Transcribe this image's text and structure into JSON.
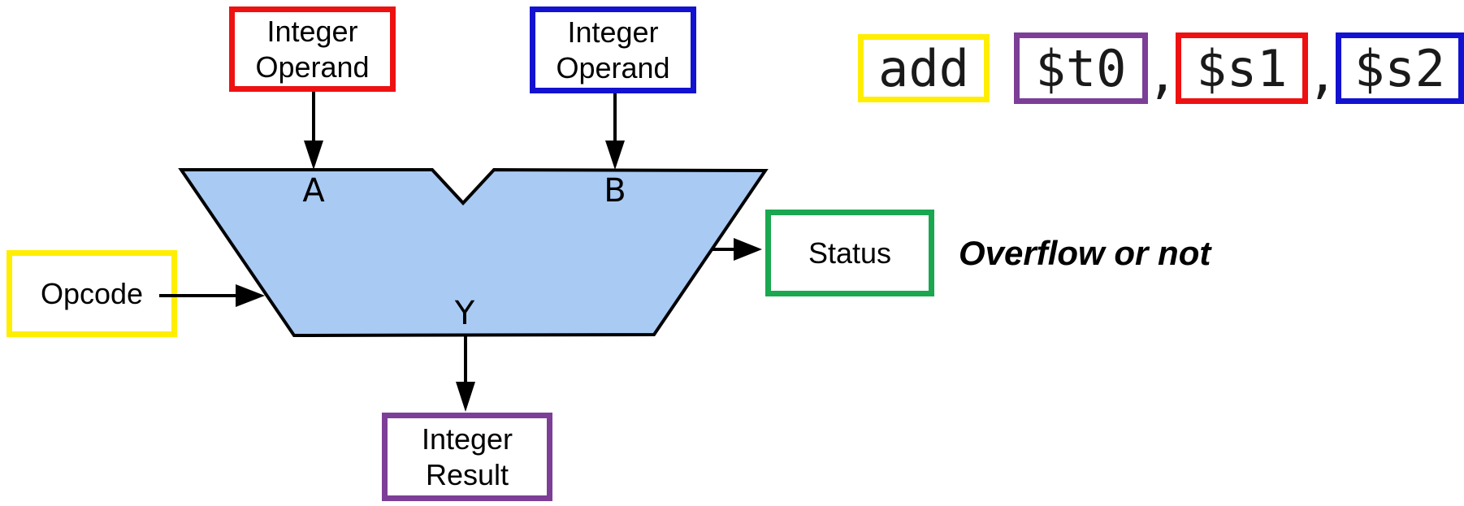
{
  "diagram": {
    "operand_a": {
      "line1": "Integer",
      "line2": "Operand",
      "border_color": "#ee1111"
    },
    "operand_b": {
      "line1": "Integer",
      "line2": "Operand",
      "border_color": "#1212d0"
    },
    "opcode": {
      "label": "Opcode",
      "border_color": "#ffee00"
    },
    "status": {
      "label": "Status",
      "border_color": "#1aa750"
    },
    "result": {
      "line1": "Integer",
      "line2": "Result",
      "border_color": "#7d3e98"
    },
    "alu": {
      "fill_color": "#a9caf3",
      "outline_color": "#000000",
      "port_a": "A",
      "port_b": "B",
      "port_y": "Y"
    },
    "annotation": {
      "overflow_note": "Overflow or not"
    }
  },
  "instruction": {
    "tokens": [
      {
        "text": "add",
        "border_color": "#ffee00"
      },
      {
        "text": "$t0",
        "border_color": "#7d3e98"
      },
      {
        "text": "$s1",
        "border_color": "#ee1111"
      },
      {
        "text": "$s2",
        "border_color": "#1212d0"
      }
    ],
    "separator": ","
  },
  "colors": {
    "red": "#ee1111",
    "blue": "#1212d0",
    "yellow": "#ffee00",
    "green": "#1aa750",
    "purple": "#7d3e98",
    "alu_fill": "#a9caf3",
    "line": "#000000",
    "background": "#ffffff"
  }
}
